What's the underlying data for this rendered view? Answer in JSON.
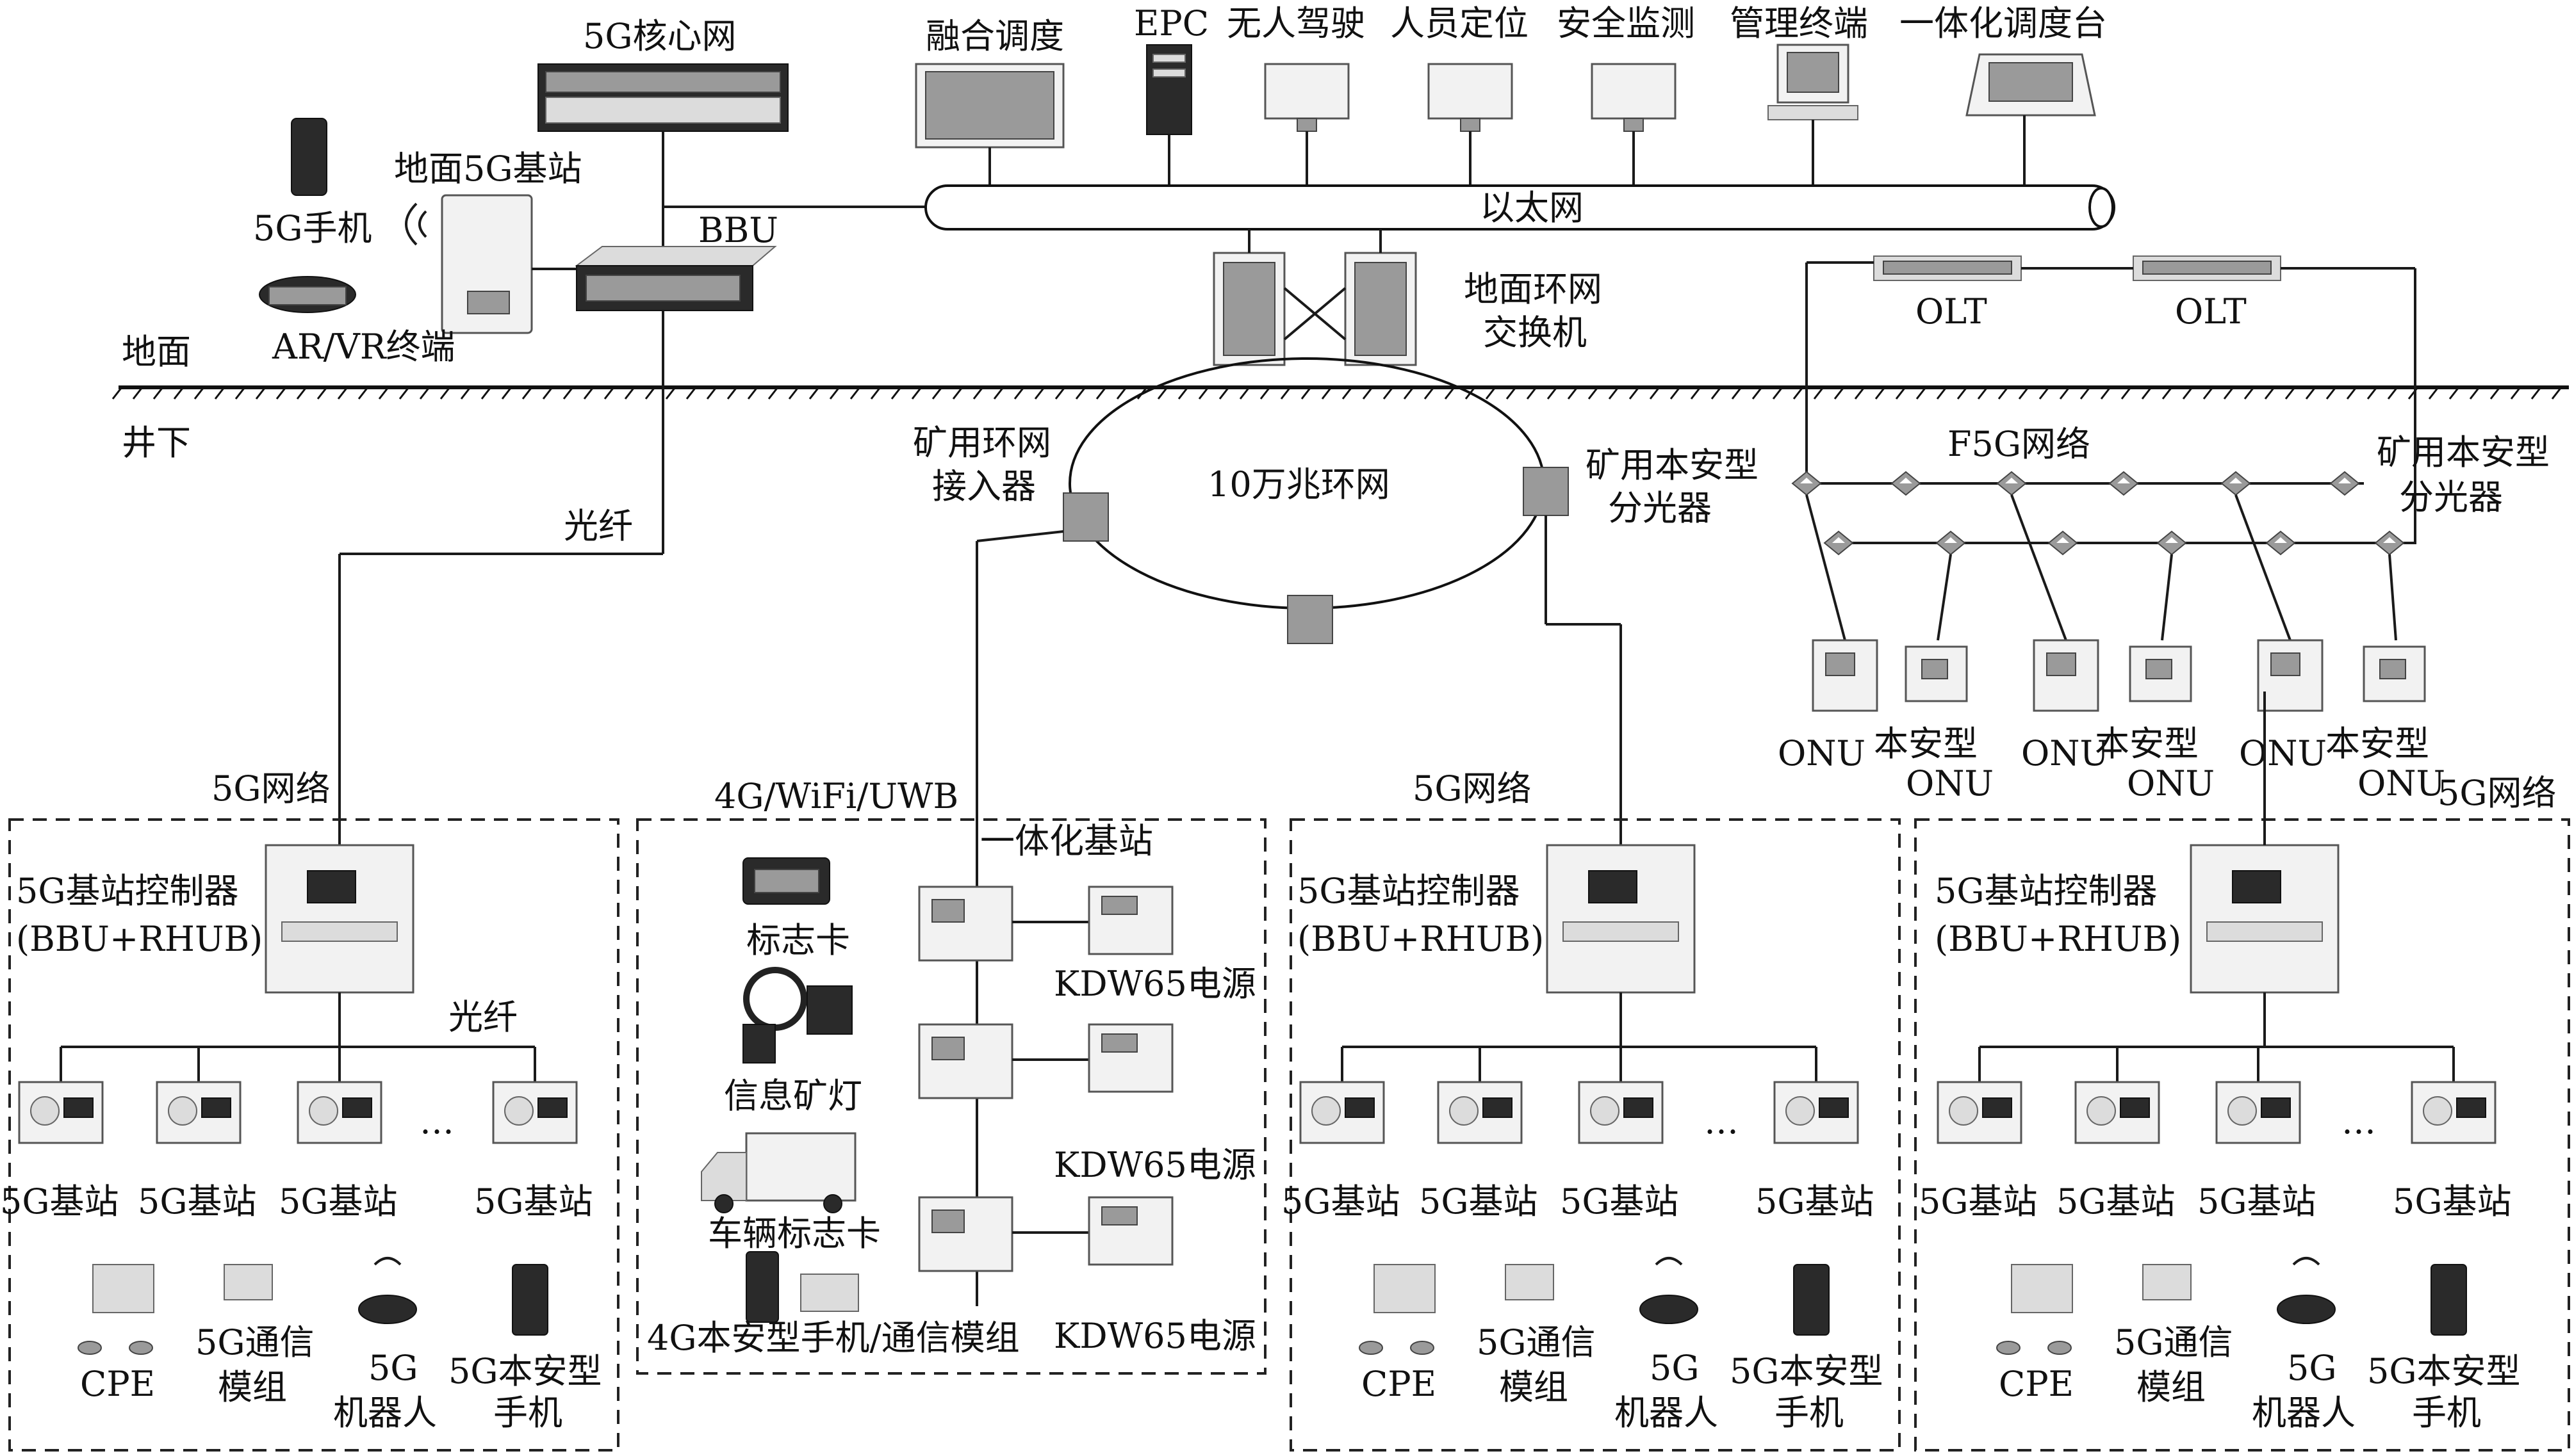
{
  "labels": {
    "core": "5G核心网",
    "fusion": "融合调度",
    "epc": "EPC",
    "unmanned": "无人驾驶",
    "positioning": "人员定位",
    "safety": "安全监测",
    "mgmt_terminal": "管理终端",
    "dispatch_console": "一体化调度台",
    "ground_bs": "地面5G基站",
    "phone5g": "5G手机",
    "bbu": "BBU",
    "arvr": "AR/VR终端",
    "ground": "地面",
    "underground": "井下",
    "ethernet": "以太网",
    "ring_switch_1": "地面环网",
    "ring_switch_2": "交换机",
    "olt": "OLT",
    "f5g": "F5G网络",
    "mine_splitter_1": "矿用本安型",
    "mine_splitter_2": "分光器",
    "ring_access_1": "矿用环网",
    "ring_access_2": "接入器",
    "ring": "10万兆环网",
    "fiber": "光纤",
    "net5g": "5G网络",
    "onu": "ONU",
    "iss_onu_1": "本安型",
    "iss_onu_2": "ONU",
    "net4g": "4G/WiFi/UWB",
    "integrated_bs": "一体化基站",
    "id_card": "标志卡",
    "info_lamp": "信息矿灯",
    "vehicle_card": "车辆标志卡",
    "phone4g": "4G本安型手机/通信模组",
    "kdw65": "KDW65电源",
    "bs_ctrl_1": "5G基站控制器",
    "bs_ctrl_2": "(BBU+RHUB)",
    "bs5g": "5G基站",
    "ellipsis": "…",
    "cpe": "CPE",
    "comm_module_1": "5G通信",
    "comm_module_2": "模组",
    "robot_1": "5G",
    "robot_2": "机器人",
    "iss_phone_1": "5G本安型",
    "iss_phone_2": "手机"
  }
}
